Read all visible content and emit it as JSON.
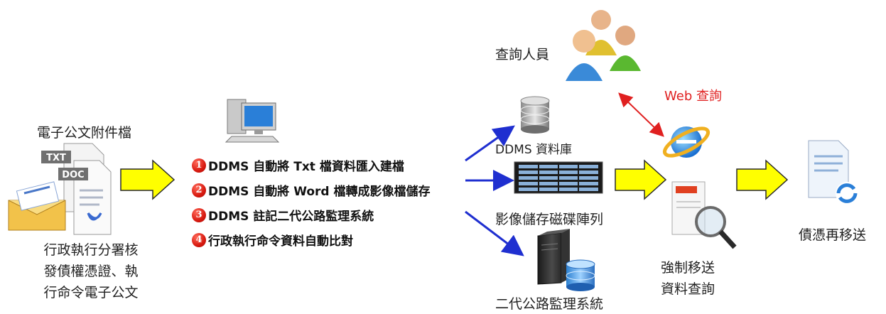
{
  "source": {
    "title": "電子公文附件檔",
    "caption_lines": [
      "行政執行分署核",
      "發債權憑證、執",
      "行命令電子公文"
    ],
    "doc_badges": [
      "TXT",
      "DOC"
    ]
  },
  "process": {
    "steps": [
      {
        "num": "1",
        "text": "DDMS 自動將 Txt 檔資料匯入建檔"
      },
      {
        "num": "2",
        "text": "DDMS 自動將 Word 檔轉成影像檔儲存"
      },
      {
        "num": "3",
        "text": "DDMS 註記二代公路監理系統"
      },
      {
        "num": "4",
        "text": "行政執行命令資料自動比對"
      }
    ]
  },
  "targets": {
    "database": "DDMS 資料庫",
    "storage": "影像儲存磁碟陣列",
    "highway": "二代公路監理系統"
  },
  "query": {
    "people": "查詢人員",
    "web": "Web  查詢",
    "forced_lines": [
      "強制移送",
      "資料查詢"
    ]
  },
  "output": {
    "label": "債憑再移送"
  },
  "colors": {
    "arrow_fill": "#ffff00",
    "arrow_stroke": "#2a2a2a",
    "connector": "#1f2fd0",
    "web_arrow": "#e02020",
    "step_badge": "#d81a10"
  }
}
